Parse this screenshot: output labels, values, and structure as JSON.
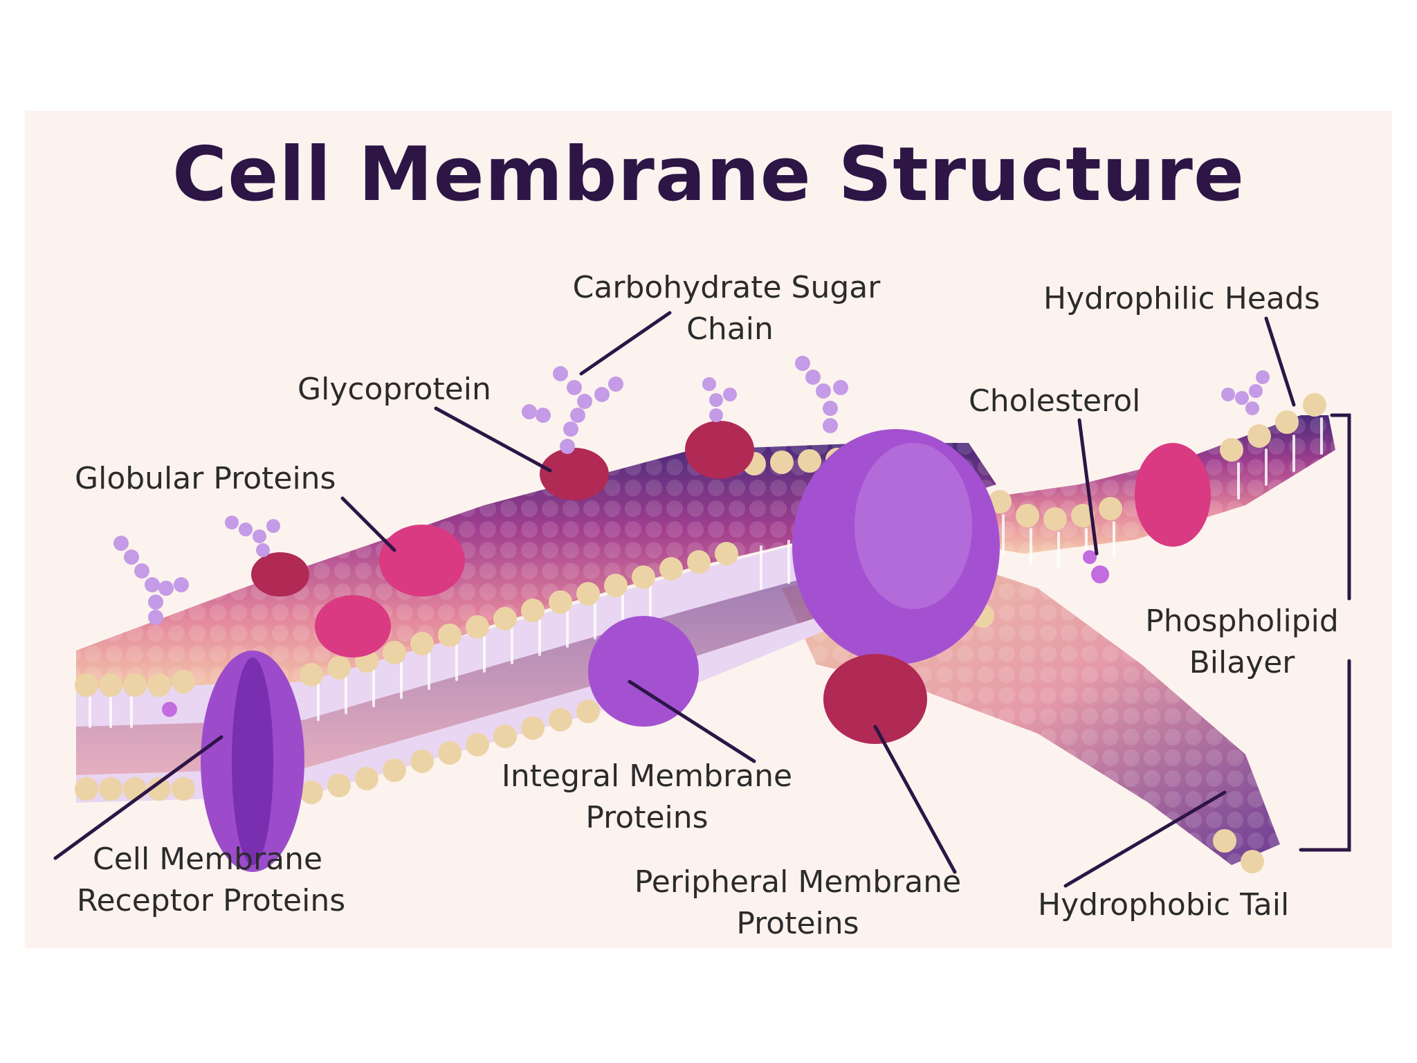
{
  "title": "Cell Membrane Structure",
  "labels": {
    "carbohydrate_line1": "Carbohydrate Sugar",
    "carbohydrate_line2": "Chain",
    "hydrophilic_heads": "Hydrophilic Heads",
    "glycoprotein": "Glycoprotein",
    "cholesterol": "Cholesterol",
    "globular_proteins": "Globular Proteins",
    "phospholipid_line1": "Phospholipid",
    "phospholipid_line2": "Bilayer",
    "integral_line1": "Integral Membrane",
    "integral_line2": "Proteins",
    "receptor_line1": "Cell Membrane",
    "receptor_line2": "Receptor Proteins",
    "peripheral_line1": "Peripheral Membrane",
    "peripheral_line2": "Proteins",
    "hydrophobic_tail": "Hydrophobic Tail"
  },
  "colors": {
    "title": "#2d1546",
    "background": "#fcf3ee",
    "head": "#ecd3a6",
    "tail": "#e9d6f2",
    "inner_dark": "#4a2a7a",
    "protein_purple": "#a451d1",
    "protein_pink": "#d93a82",
    "protein_crimson": "#b02a55",
    "sugar": "#c49be6",
    "leader": "#2d1546"
  }
}
